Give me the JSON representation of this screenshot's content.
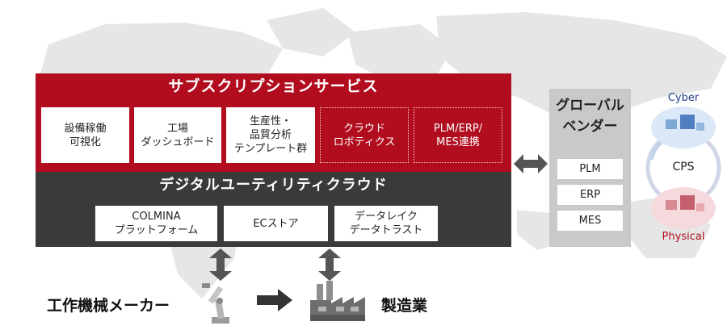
{
  "subscription": {
    "title": "サブスクリプションサービス",
    "items": [
      {
        "label": "設備稼働\n可視化",
        "style": "white"
      },
      {
        "label": "工場\nダッシュボード",
        "style": "white"
      },
      {
        "label": "生産性・\n品質分析\nテンプレート群",
        "style": "white"
      },
      {
        "label": "クラウド\nロボティクス",
        "style": "dotted"
      },
      {
        "label": "PLM/ERP/\nMES連携",
        "style": "dotted"
      }
    ]
  },
  "cloud": {
    "title": "デジタルユーティリティクラウド",
    "items": [
      {
        "label": "COLMINA\nプラットフォーム"
      },
      {
        "label": "ECストア"
      },
      {
        "label": "データレイク\nデータトラスト"
      }
    ]
  },
  "vendor": {
    "title": "グローバル\nベンダー",
    "items": [
      "PLM",
      "ERP",
      "MES"
    ]
  },
  "cps": {
    "top": "Cyber",
    "center": "CPS",
    "bottom": "Physical"
  },
  "bottom": {
    "machine_maker": "工作機械メーカー",
    "manufacturing": "製造業"
  },
  "colors": {
    "red": "#b20d1f",
    "dark": "#3a3a3a",
    "vendor_gray": "#c9c9c9",
    "map_gray": "#e6e6e6",
    "cyber_blue": "#1f3e8c"
  }
}
